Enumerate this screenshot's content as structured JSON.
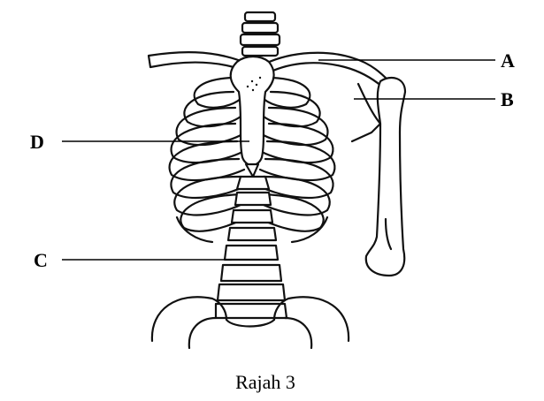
{
  "figure": {
    "caption": "Rajah 3",
    "labels": {
      "a": "A",
      "b": "B",
      "c": "C",
      "d": "D"
    }
  }
}
